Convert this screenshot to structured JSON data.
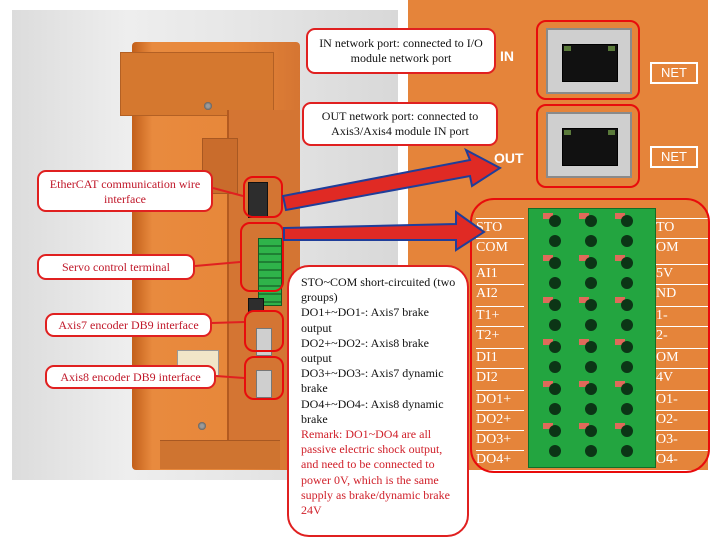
{
  "annotations": {
    "in_port": "IN network port: connected to I/O module network port",
    "out_port": "OUT network port: connected to Axis3/Axis4 module IN port",
    "ethercat": "EtherCAT communication wire interface",
    "servo_terminal": "Servo control terminal",
    "axis7_encoder": "Axis7 encoder DB9 interface",
    "axis8_encoder": "Axis8 encoder DB9 interface"
  },
  "description_box": {
    "lines": [
      "STO~COM short-circuited (two groups)",
      "DO1+~DO1-: Axis7 brake output",
      "DO2+~DO2-: Axis8 brake output",
      "DO3+~DO3-: Axis7 dynamic brake",
      "DO4+~DO4-: Axis8 dynamic brake"
    ],
    "remark": "Remark: DO1~DO4 are all passive electric shock output, and need to be connected to power 0V, which is the same supply as brake/dynamic brake 24V"
  },
  "device_labels": {
    "in": "IN",
    "out": "OUT",
    "net_top": "NET",
    "net_bottom": "NET"
  },
  "terminal_pins_left": [
    "STO",
    "COM",
    "AI1",
    "AI2",
    "T1+",
    "T2+",
    "DI1",
    "DI2",
    "DO1+",
    "DO2+",
    "DO3+",
    "DO4+"
  ],
  "terminal_pins_right": [
    "TO",
    "OM",
    "5V",
    "ND",
    "1-",
    "2-",
    "OM",
    "4V",
    "O1-",
    "O2-",
    "O3-",
    "O4-"
  ],
  "colors": {
    "highlight": "#e80c0c",
    "arrow_fill": "#e02a24",
    "arrow_stroke": "#1f3e9a",
    "device_orange": "#e5843a",
    "terminal_green": "#23a540",
    "remark_text": "#d0202a"
  }
}
